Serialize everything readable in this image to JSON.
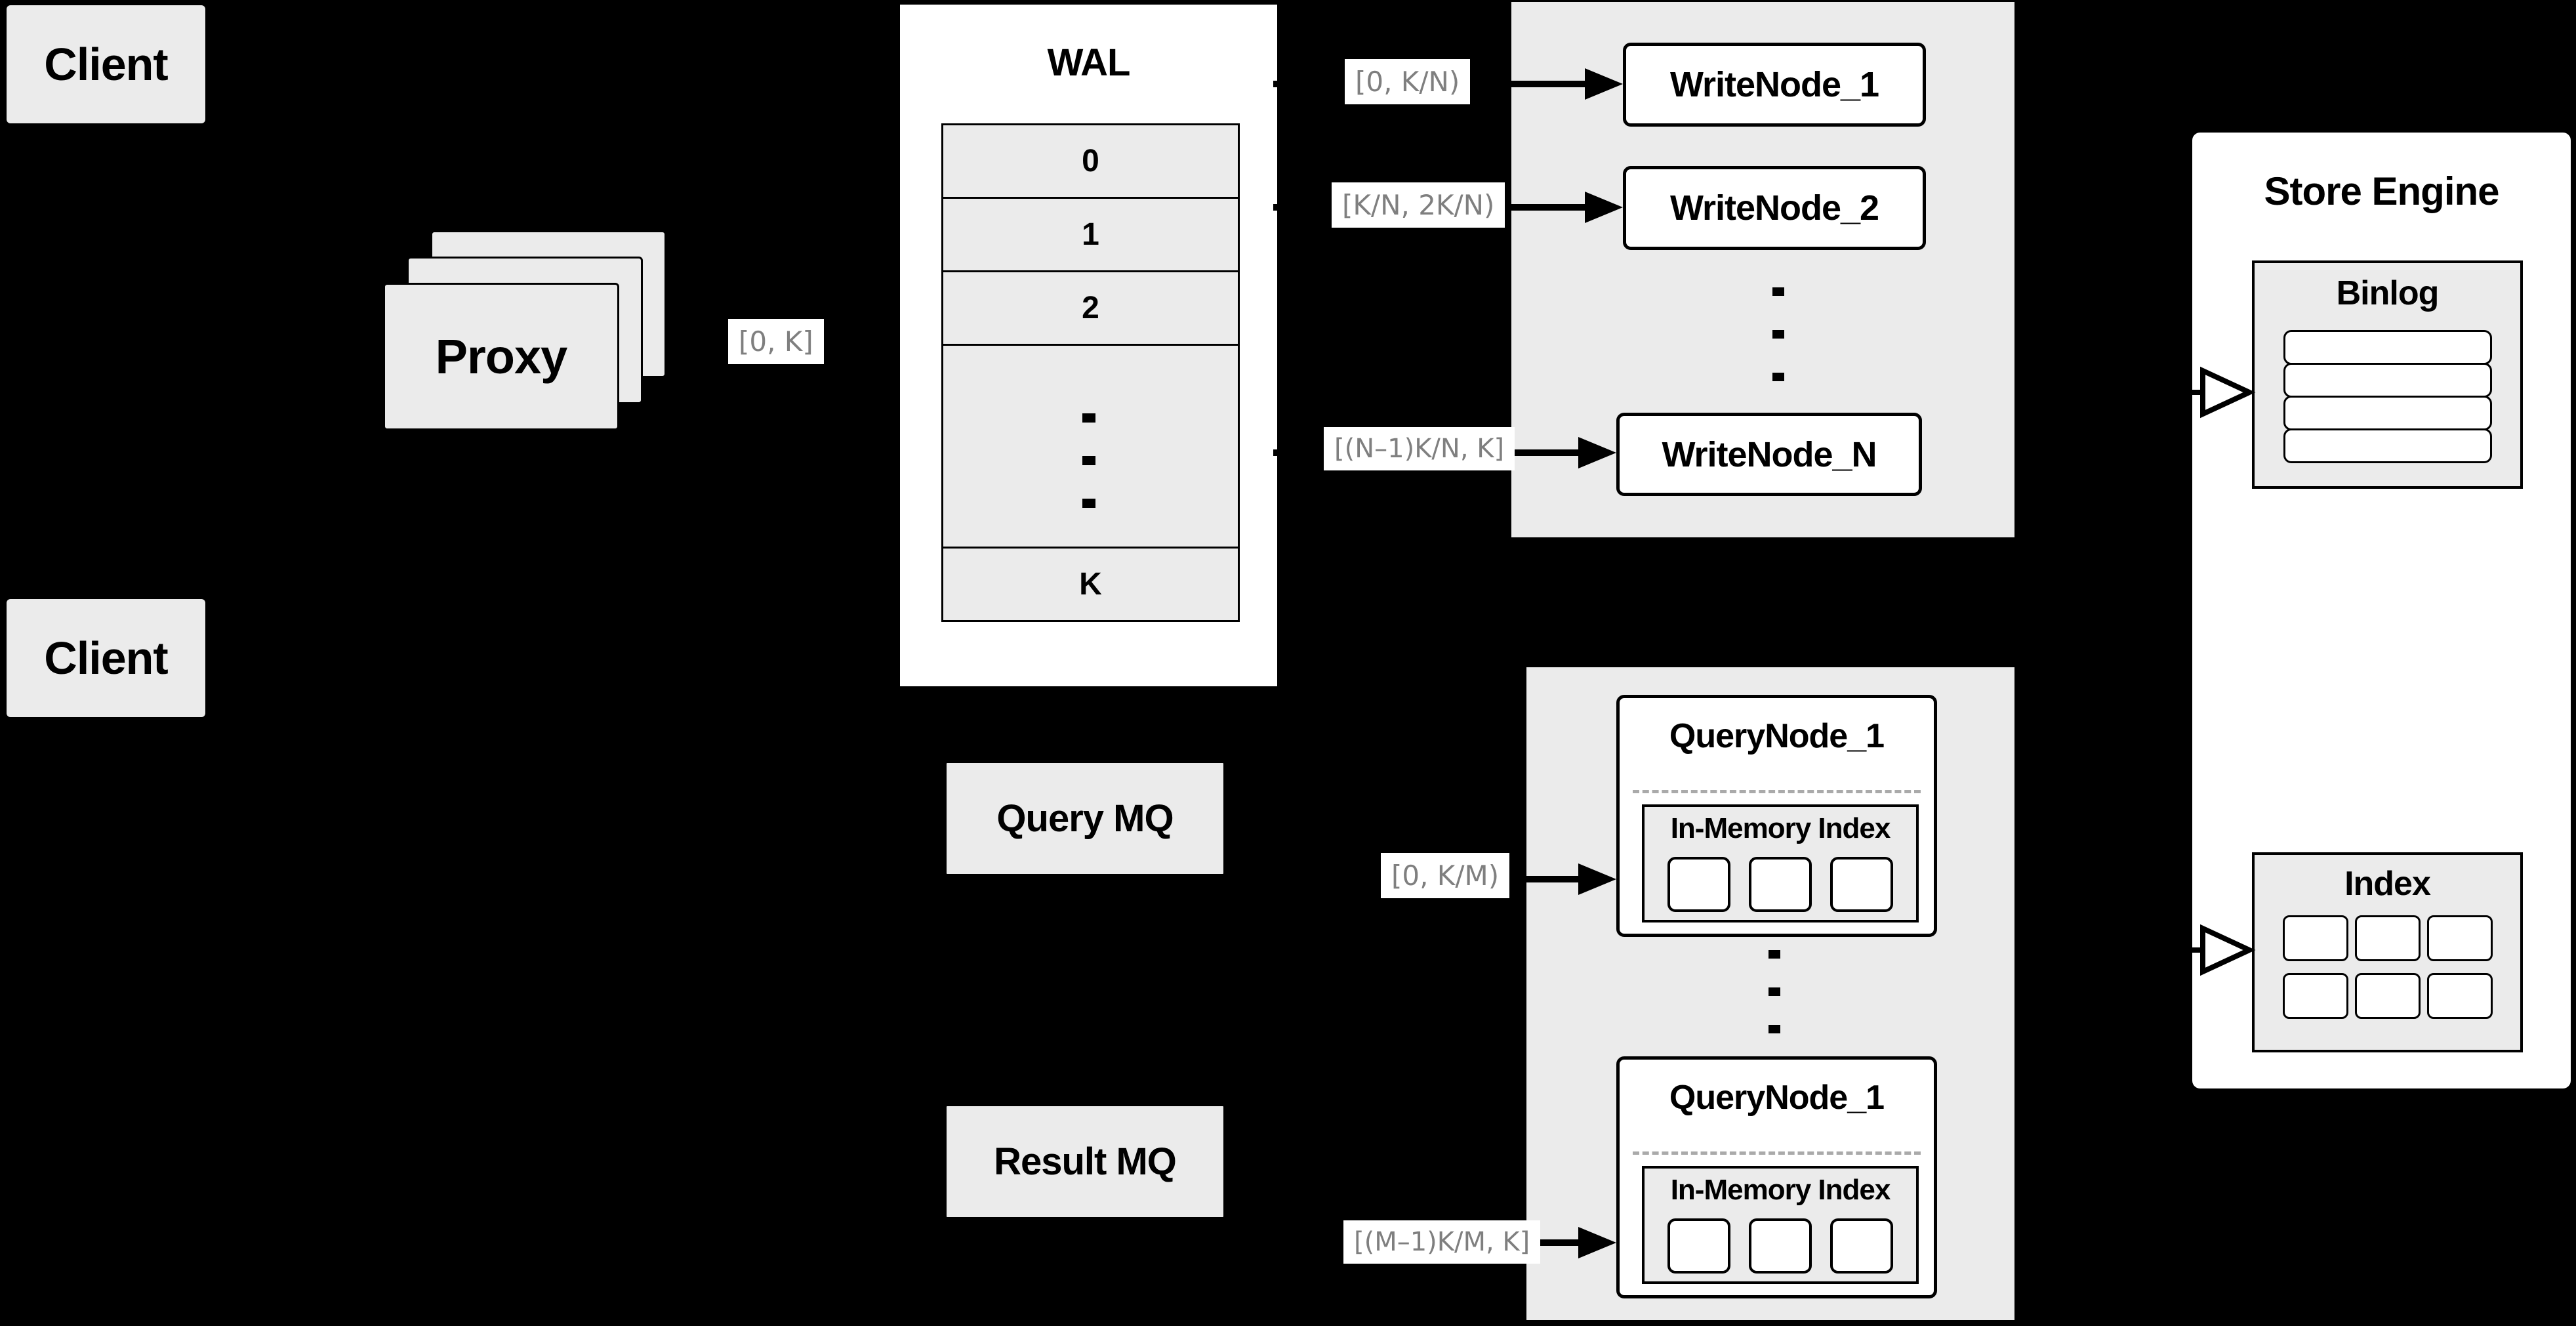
{
  "colors": {
    "background": "#000000",
    "panel_gray": "#ebebeb",
    "box_white": "#ffffff",
    "line_black": "#000000",
    "range_text_gray": "#7f7f7f",
    "divider_gray": "#aaaaaa"
  },
  "clients": {
    "top": "Client",
    "bottom": "Client"
  },
  "proxy": {
    "label": "Proxy",
    "range_to_wal": "[0, K]"
  },
  "wal": {
    "title": "WAL",
    "rows": [
      "0",
      "1",
      "2",
      "K"
    ]
  },
  "write_nodes": {
    "node1": "WriteNode_1",
    "node2": "WriteNode_2",
    "nodeN": "WriteNode_N",
    "range1": "[0,  K/N)",
    "range2": "[K/N, 2K/N)",
    "rangeN": "[(N–1)K/N,  K]"
  },
  "store_engine": {
    "title": "Store Engine",
    "binlog_title": "Binlog",
    "index_title": "Index"
  },
  "mq": {
    "query": "Query MQ",
    "result": "Result MQ"
  },
  "query_nodes": {
    "node1_title": "QueryNode_1",
    "node2_title": "QueryNode_1",
    "inner_title": "In-Memory Index",
    "range1": "[0, K/M)",
    "range2": "[(M–1)K/M, K]"
  }
}
